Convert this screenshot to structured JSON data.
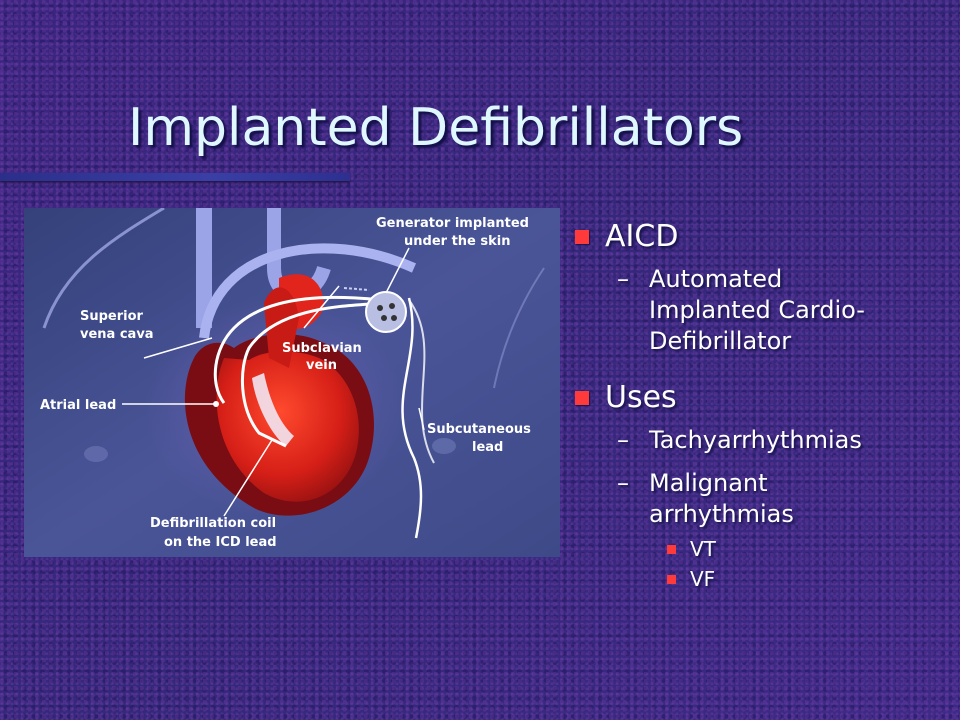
{
  "slide": {
    "title": "Implanted Defibrillators"
  },
  "figure": {
    "labels": {
      "generator_line1": "Generator implanted",
      "generator_line2": "under the skin",
      "svc_line1": "Superior",
      "svc_line2": "vena cava",
      "subclavian_line1": "Subclavian",
      "subclavian_line2": "vein",
      "atrial": "Atrial lead",
      "subcut_line1": "Subcutaneous",
      "subcut_line2": "lead",
      "coil_line1": "Defibrillation coil",
      "coil_line2": "on the ICD lead"
    }
  },
  "bullets": [
    {
      "text": "AICD",
      "sub": [
        {
          "lines": [
            "Automated",
            "Implanted Cardio-",
            "Defibrillator"
          ]
        }
      ]
    },
    {
      "text": "Uses",
      "sub": [
        {
          "lines": [
            "Tachyarrhythmias"
          ]
        },
        {
          "lines": [
            "Malignant",
            "arrhythmias"
          ],
          "items": [
            "VT",
            "VF"
          ]
        }
      ]
    }
  ],
  "colors": {
    "background": "#3a2a82",
    "title": "#dff8ff",
    "bullet": "#ff3a3a",
    "heart": "#e2251c"
  }
}
